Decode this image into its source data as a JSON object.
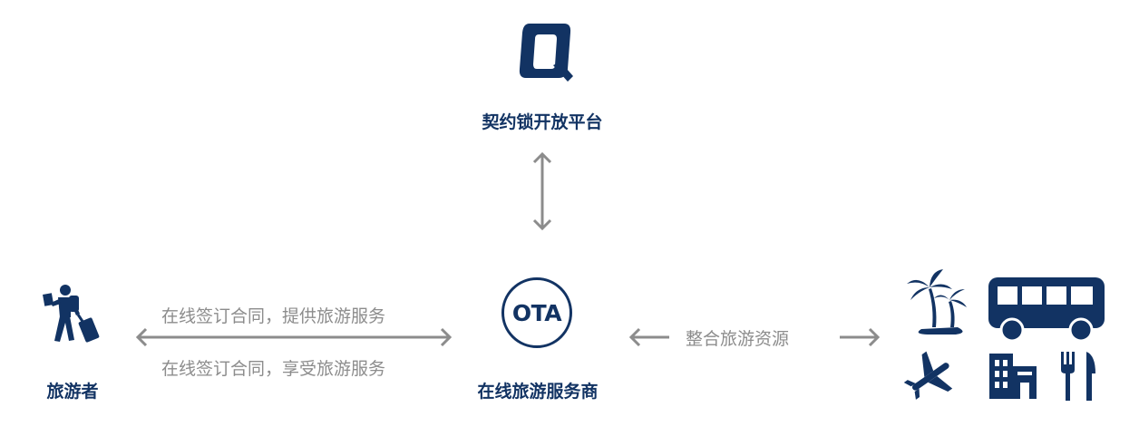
{
  "nodes": {
    "platform": {
      "label": "契约锁开放平台",
      "icon": "qiyuesuo-q-logo-icon"
    },
    "ota": {
      "label": "在线旅游服务商",
      "badge": "OTA",
      "icon": "ota-circle-icon"
    },
    "traveler": {
      "label": "旅游者",
      "icon": "traveler-with-luggage-icon"
    },
    "resources": {
      "icons": [
        "palm-trees-icon",
        "bus-icon",
        "airplane-icon",
        "hotel-icon",
        "restaurant-icon"
      ]
    }
  },
  "edges": {
    "traveler_ota_top": "在线签订合同，提供旅游服务",
    "traveler_ota_bottom": "在线签订合同，享受旅游服务",
    "ota_resources": "整合旅游资源"
  },
  "colors": {
    "navy": "#123363",
    "arrow_gray": "#8c8c8c"
  }
}
